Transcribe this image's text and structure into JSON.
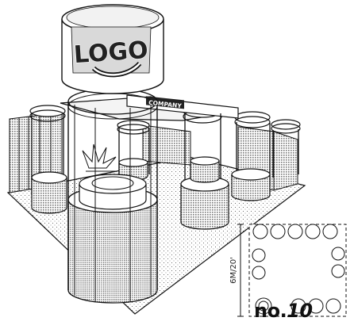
{
  "booth": {
    "logo_text": "LOGO",
    "fascia_text": "COMPANY"
  },
  "plan": {
    "dimension_label": "6M/20'"
  },
  "caption": {
    "prefix": "no.",
    "number": "10"
  }
}
